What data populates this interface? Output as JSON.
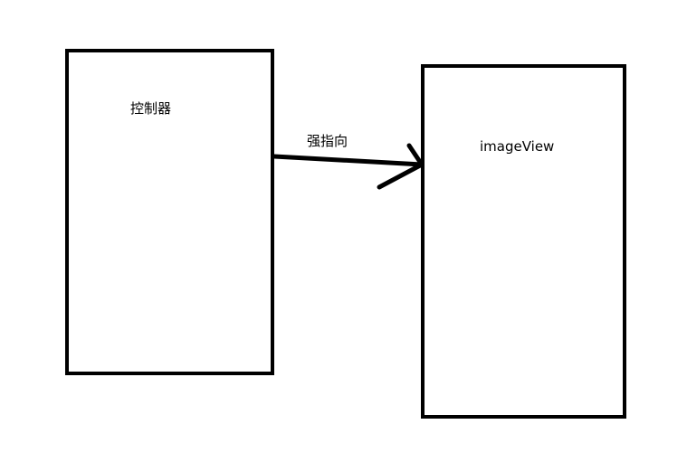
{
  "nodes": {
    "controller": {
      "label": "控制器"
    },
    "image_view": {
      "label": "imageView"
    }
  },
  "edge": {
    "label": "强指向",
    "from": "controller",
    "to": "image_view"
  },
  "colors": {
    "stroke": "#000000",
    "background": "#ffffff"
  }
}
